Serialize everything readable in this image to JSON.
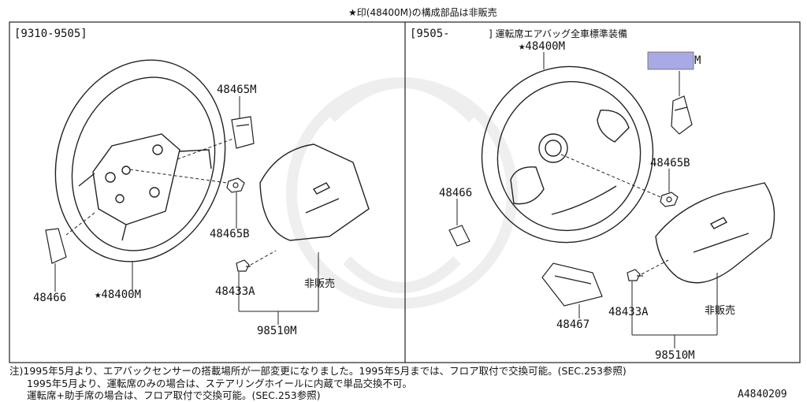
{
  "header": {
    "title": "★印(48400M)の構成部品は非販売"
  },
  "left_panel": {
    "period": "[9310-9505]",
    "labels": {
      "p48465M": "48465M",
      "p48465B": "48465B",
      "p48466": "48466",
      "p48400M": "★48400M",
      "p48433A": "48433A",
      "hanbai": "非販売",
      "p98510M": "98510M"
    }
  },
  "right_panel": {
    "period": "[9505-",
    "period_note": "] 運転席エアバッグ全車標準装備",
    "labels": {
      "p48400M": "★48400M",
      "highlight_suffix": "M",
      "p48465B": "48465B",
      "p48466": "48466",
      "p48467": "48467",
      "p48433A": "48433A",
      "hanbai": "非販売",
      "p98510M": "98510M"
    },
    "highlight_color": "#a9a9e6"
  },
  "notes": [
    "注)1995年5月より、エアバックセンサーの搭載場所が一部変更になりました。1995年5月までは、フロア取付で交換可能。(SEC.253参照)",
    "1995年5月より、運転席のみの場合は、ステアリングホイールに内蔵で単品交換不可。",
    "運転席+助手席の場合は、フロア取付で交換可能。(SEC.253参照)"
  ],
  "figure_id": "A4840209"
}
